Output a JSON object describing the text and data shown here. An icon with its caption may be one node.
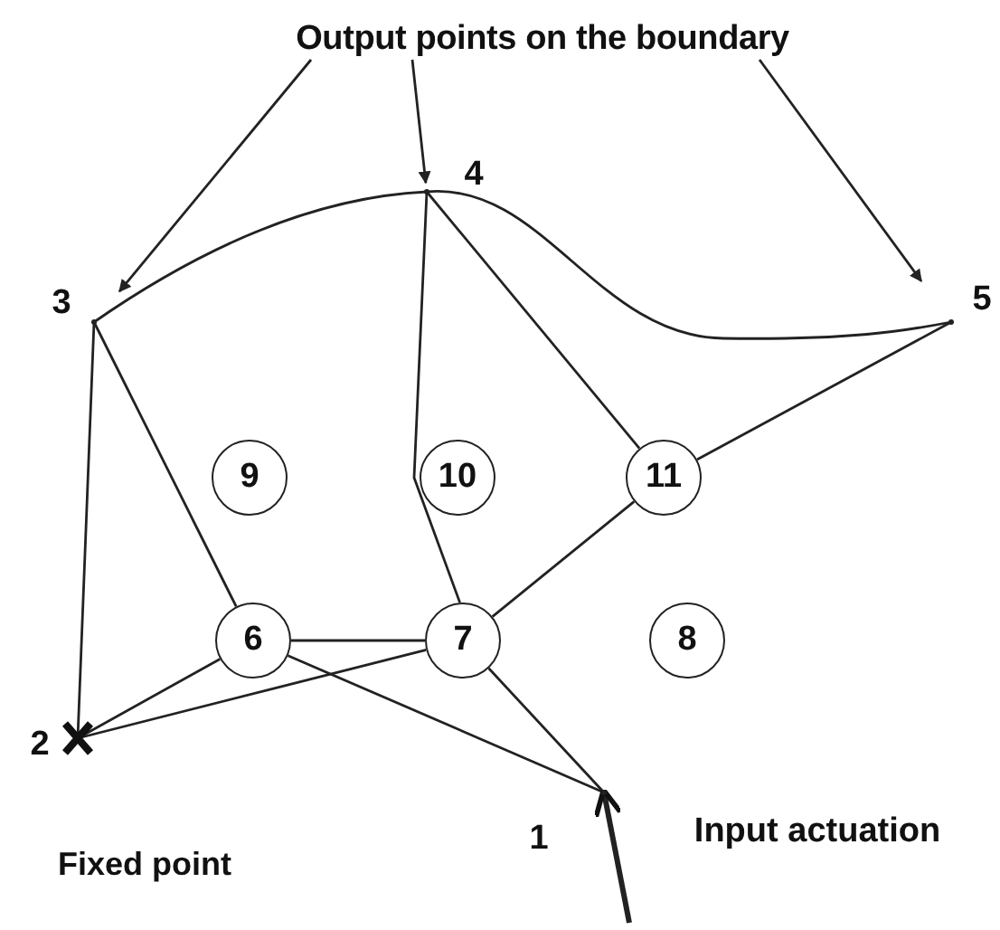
{
  "diagram": {
    "nodes": [
      {
        "text": [
          "Output points on the boundary"
        ]
      },
      {
        "text": [],
        "shape": "dot",
        "beside": [
          "4"
        ]
      },
      {
        "text": [],
        "shape": "dot",
        "beside": [
          "3"
        ]
      },
      {
        "text": [],
        "shape": "dot",
        "beside": [
          "5"
        ]
      },
      {
        "text": [
          "9"
        ]
      },
      {
        "text": [
          "10"
        ]
      },
      {
        "text": [
          "11"
        ]
      },
      {
        "text": [
          "6"
        ]
      },
      {
        "text": [
          "7"
        ]
      },
      {
        "text": [
          "8"
        ]
      },
      {
        "text": [],
        "shape": "cross",
        "beside": [
          "2",
          "Fixed point"
        ]
      },
      {
        "text": [],
        "shape": "dot",
        "beside": [
          "1"
        ]
      }
    ],
    "edges": [
      {
        "from": 0,
        "to": 2,
        "arrow": "to"
      },
      {
        "from": 0,
        "to": 1,
        "arrow": "to"
      },
      {
        "from": 0,
        "to": 3,
        "arrow": "to"
      },
      {
        "from": 2,
        "to": 1,
        "arrow": "none"
      },
      {
        "from": 1,
        "to": 3,
        "arrow": "none"
      },
      {
        "from": 2,
        "to": 10,
        "arrow": "none"
      },
      {
        "from": 2,
        "to": 7,
        "arrow": "none"
      },
      {
        "from": 1,
        "to": 8,
        "arrow": "none"
      },
      {
        "from": 1,
        "to": 6,
        "arrow": "none"
      },
      {
        "from": 3,
        "to": 6,
        "arrow": "none"
      },
      {
        "from": 6,
        "to": 8,
        "arrow": "none"
      },
      {
        "from": 7,
        "to": 8,
        "arrow": "none"
      },
      {
        "from": 7,
        "to": 10,
        "arrow": "none"
      },
      {
        "from": 8,
        "to": 10,
        "arrow": "none"
      },
      {
        "from": 7,
        "to": 11,
        "arrow": "none"
      },
      {
        "from": 8,
        "to": 11,
        "arrow": "none"
      },
      {
        "from": null,
        "to": 11,
        "arrow": "to",
        "label": "Input actuation",
        "style": "thick"
      }
    ]
  }
}
